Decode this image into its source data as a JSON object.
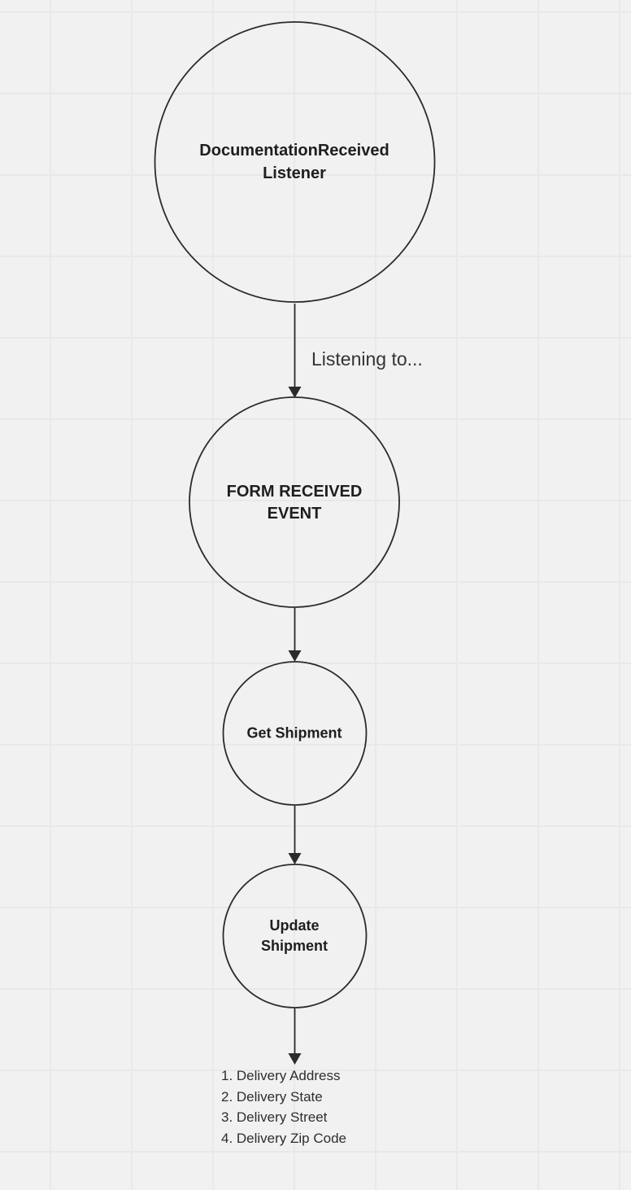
{
  "canvas": {
    "background_color": "#f1f1f1",
    "grid_color": "#e9e9e9",
    "stroke_color": "#2b2b2b",
    "text_color": "#1e1e1e"
  },
  "nodes": [
    {
      "id": "documentation-received-listener",
      "shape": "circle",
      "label": "DocumentationReceived Listener"
    },
    {
      "id": "form-received-event",
      "shape": "circle",
      "label": "FORM RECEIVED EVENT"
    },
    {
      "id": "get-shipment",
      "shape": "circle",
      "label": "Get Shipment"
    },
    {
      "id": "update-shipment",
      "shape": "circle",
      "label": "Update Shipment"
    }
  ],
  "edges": [
    {
      "from": "documentation-received-listener",
      "to": "form-received-event",
      "label": "Listening to..."
    },
    {
      "from": "form-received-event",
      "to": "get-shipment",
      "label": ""
    },
    {
      "from": "get-shipment",
      "to": "update-shipment",
      "label": ""
    },
    {
      "from": "update-shipment",
      "to": "delivery-fields-list",
      "label": ""
    }
  ],
  "delivery_fields": {
    "items": [
      "1. Delivery Address",
      "2. Delivery State",
      "3. Delivery Street",
      "4. Delivery Zip Code"
    ]
  }
}
